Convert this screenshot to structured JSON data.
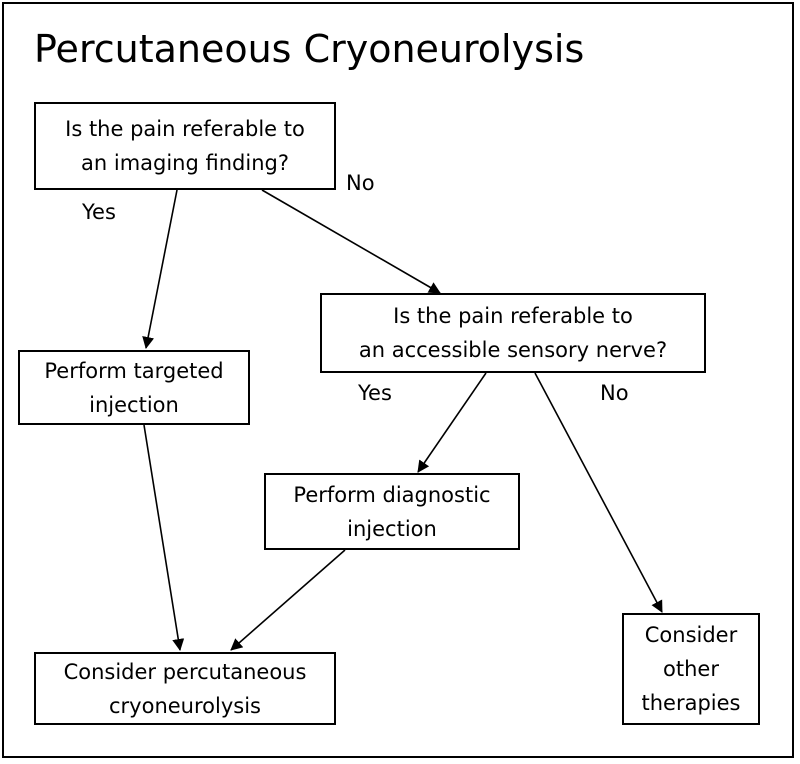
{
  "diagram": {
    "title": "Percutaneous Cryoneurolysis",
    "nodes": {
      "imaging_question": "Is the pain referable to\nan imaging finding?",
      "nerve_question": "Is the pain referable to\nan accessible sensory nerve?",
      "targeted_injection": "Perform targeted\ninjection",
      "diagnostic_injection": "Perform diagnostic\ninjection",
      "consider_cryoneurolysis": "Consider percutaneous\ncryoneurolysis",
      "consider_other": "Consider\nother\ntherapies"
    },
    "edge_labels": {
      "imaging_yes": "Yes",
      "imaging_no": "No",
      "nerve_yes": "Yes",
      "nerve_no": "No"
    }
  }
}
